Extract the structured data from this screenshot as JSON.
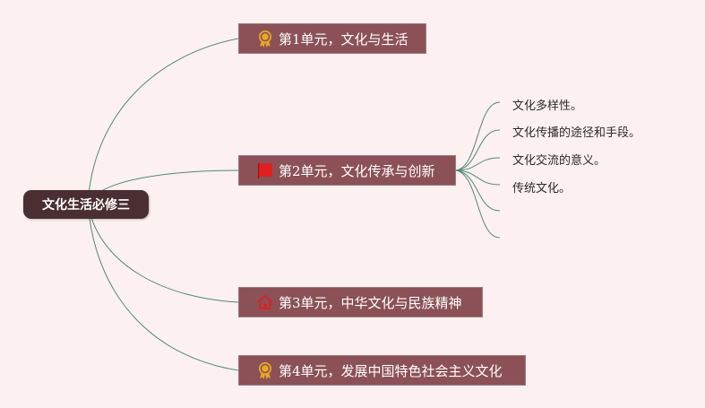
{
  "root": {
    "label": "文化生活必修三"
  },
  "branches": [
    {
      "label": "第1单元，文化与生活",
      "icon": "award-medal-icon"
    },
    {
      "label": "第2单元，文化传承与创新",
      "icon": "red-flag-icon"
    },
    {
      "label": "第3单元，中华文化与民族精神",
      "icon": "home-icon"
    },
    {
      "label": "第4单元，发展中国特色社会主义文化",
      "icon": "award-medal-icon"
    }
  ],
  "subtopics": [
    {
      "label": "文化多样性。"
    },
    {
      "label": "文化传播的途径和手段。"
    },
    {
      "label": "文化交流的意义。"
    },
    {
      "label": "传统文化。"
    },
    {
      "label": ""
    },
    {
      "label": ""
    }
  ],
  "colors": {
    "background": "#fdf0f0",
    "root": "#4a2e31",
    "branch": "#8b5157",
    "connector": "#4f8a75",
    "medal": "#e8a824",
    "flag": "#e02020",
    "home": "#e02020"
  }
}
